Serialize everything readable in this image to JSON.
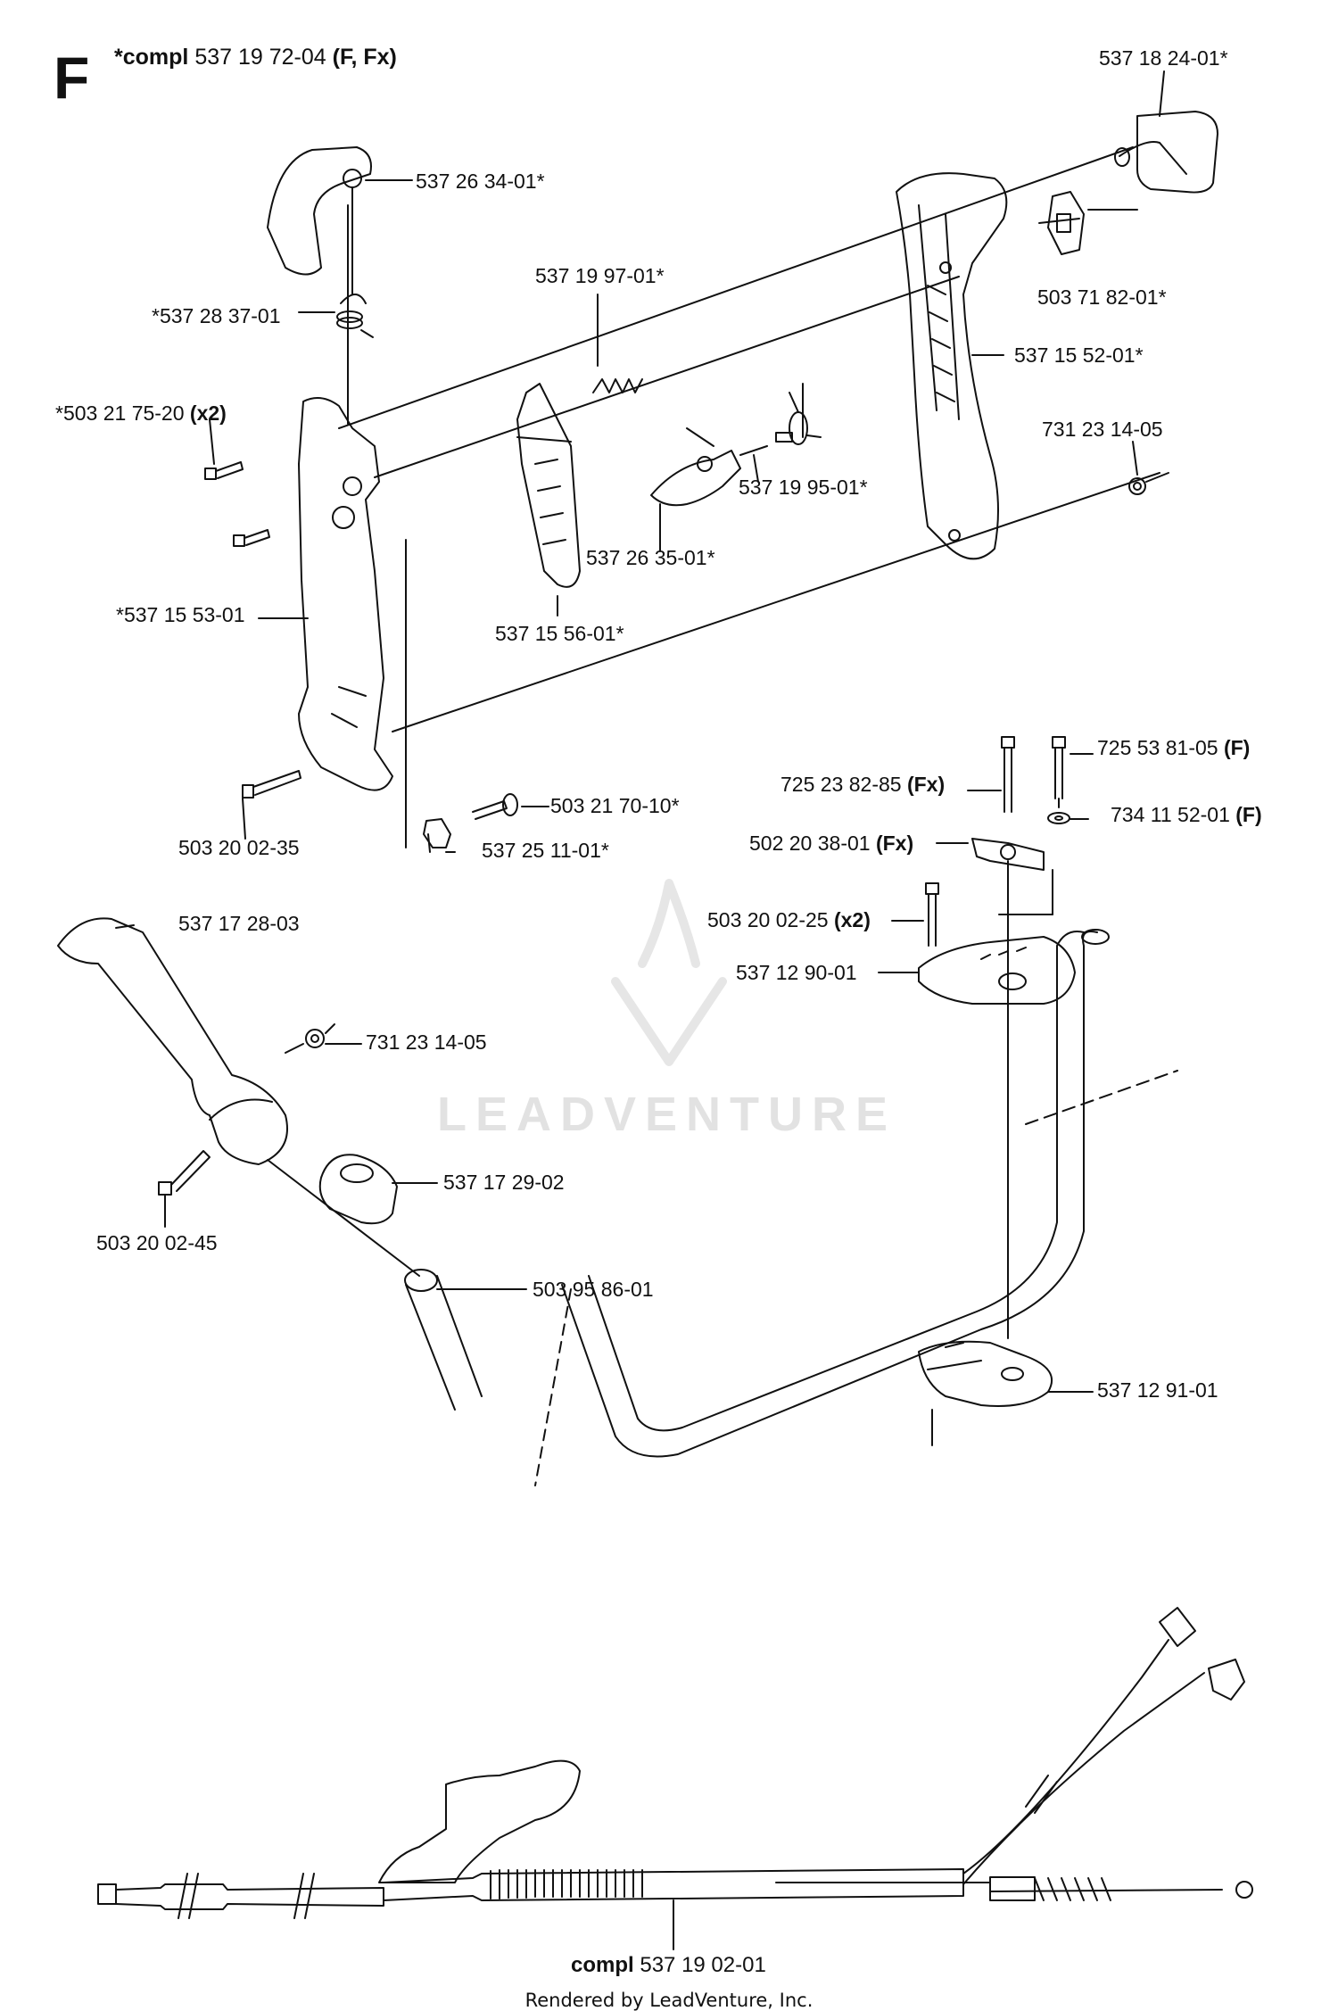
{
  "section_letter": "F",
  "title": {
    "prefix": "*compl",
    "number": "537 19 72-04",
    "variant": "(F, Fx)"
  },
  "labels": {
    "l1": {
      "num": "537 18 24-01*",
      "suffix": ""
    },
    "l2": {
      "num": "537 26 34-01*",
      "suffix": ""
    },
    "l3": {
      "num": "537 19 97-01*",
      "suffix": ""
    },
    "l4": {
      "num": "503 71 82-01*",
      "suffix": ""
    },
    "l5": {
      "num": "*537 28 37-01",
      "suffix": ""
    },
    "l6": {
      "num": "537 15 52-01*",
      "suffix": ""
    },
    "l7": {
      "num": "*503 21 75-20",
      "suffix": "(x2)"
    },
    "l8": {
      "num": "731 23 14-05",
      "suffix": ""
    },
    "l9": {
      "num": "537 19 95-01*",
      "suffix": ""
    },
    "l10": {
      "num": "537 26 35-01*",
      "suffix": ""
    },
    "l11": {
      "num": "*537 15 53-01",
      "suffix": ""
    },
    "l12": {
      "num": "537 15 56-01*",
      "suffix": ""
    },
    "l13": {
      "num": "725 53 81-05",
      "suffix": "(F)"
    },
    "l14": {
      "num": "725 23 82-85",
      "suffix": "(Fx)"
    },
    "l15": {
      "num": "734 11 52-01",
      "suffix": "(F)"
    },
    "l16": {
      "num": "503 21 70-10*",
      "suffix": ""
    },
    "l17": {
      "num": "502 20 38-01",
      "suffix": "(Fx)"
    },
    "l18": {
      "num": "503 20 02-35",
      "suffix": ""
    },
    "l19": {
      "num": "537 25 11-01*",
      "suffix": ""
    },
    "l20": {
      "num": "503 20 02-25",
      "suffix": "(x2)"
    },
    "l21": {
      "num": "537 17 28-03",
      "suffix": ""
    },
    "l22": {
      "num": "537 12 90-01",
      "suffix": ""
    },
    "l23": {
      "num": "731 23 14-05",
      "suffix": ""
    },
    "l24": {
      "num": "537 17 29-02",
      "suffix": ""
    },
    "l25": {
      "num": "503 20 02-45",
      "suffix": ""
    },
    "l26": {
      "num": "503 95 86-01",
      "suffix": ""
    },
    "l27": {
      "num": "537 12 91-01",
      "suffix": ""
    }
  },
  "bottom_label": {
    "prefix": "compl",
    "number": "537 19 02-01"
  },
  "watermark": "LEADVENTURE",
  "footer": "Rendered by LeadVenture, Inc."
}
